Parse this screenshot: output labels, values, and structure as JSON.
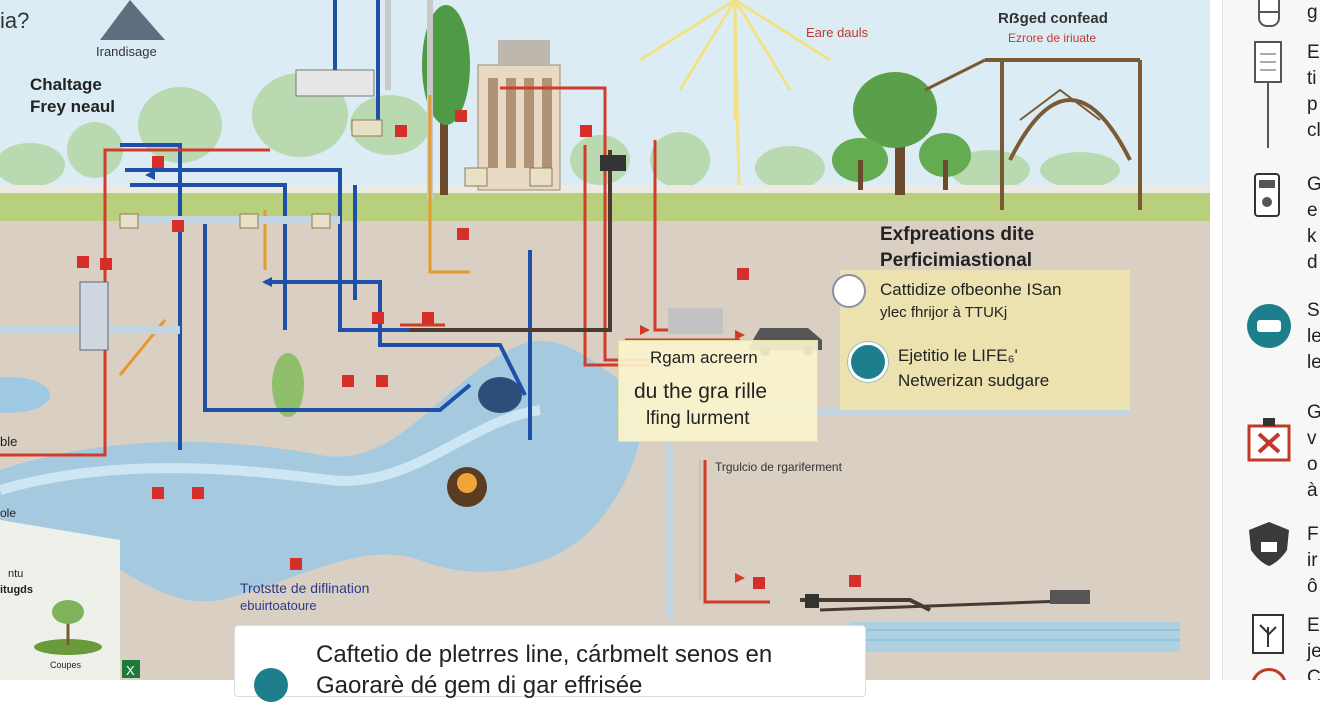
{
  "scene": {
    "top_left_fragment": "ia?",
    "landmark_label": "Irandisage",
    "top_left_title": "Chaltage",
    "top_left_subtitle": "Frey neaul",
    "top_center_label": "Eare dauls",
    "top_right_title": "Rẞged confead",
    "top_right_subtitle": "Ezrore de iriuate",
    "left_edge_label_1": "ble",
    "left_edge_label_2": "ole",
    "left_bottom_label_1": "ntu",
    "left_bottom_label_2": "itugds",
    "left_bottom_label_3": "Coupes",
    "river_label_1": "Trotstte de diflination",
    "river_label_2": "ebuirtoatoure",
    "road_label": "Trgulcio de rgariferment"
  },
  "center_box": {
    "line1": "Rgam acreern",
    "line2": "du the gra rille",
    "line3": "lfing lurment"
  },
  "info_panel": {
    "heading1": "Exfpreations dite",
    "heading2": "Perficimiastional",
    "item1_line1": "Cattidize ofbeonhe ISan",
    "item1_line2": "ylec fhrijor à TTUKj",
    "item2_line1": "Ejetitio le LIFE₆'",
    "item2_line2": "Netwerizan sudgare"
  },
  "bottom_card": {
    "line1": "Caftetio de pletrres line, cárbmelt senos en",
    "line2": "Gaorarè dé gem di gar effrisée"
  },
  "legend": {
    "items": [
      {
        "icon": "cylinder-tank-icon",
        "text": "g"
      },
      {
        "icon": "meter-post-icon",
        "text": "E\nti\np\ncl"
      },
      {
        "icon": "sensor-box-icon",
        "text": "G\ne\nk\nd"
      },
      {
        "icon": "teal-hub-icon",
        "text": "S\nle\nle"
      },
      {
        "icon": "red-valve-icon",
        "text": "G\nv\no\nà"
      },
      {
        "icon": "shield-icon",
        "text": "F\nir\nô"
      },
      {
        "icon": "plant-icon",
        "text": "E\nje\nC"
      }
    ]
  },
  "colors": {
    "sky": "#dcecf4",
    "ground": "#d9d0c3",
    "river": "#9fc9e2",
    "pipe_blue": "#1f4fa6",
    "pipe_red": "#d23a2a",
    "pipe_orange": "#e59a2e",
    "pipe_dark": "#4a3a32",
    "grass": "#b8cf7b",
    "tree": "#5aa04a",
    "teal": "#1e7f8c"
  }
}
